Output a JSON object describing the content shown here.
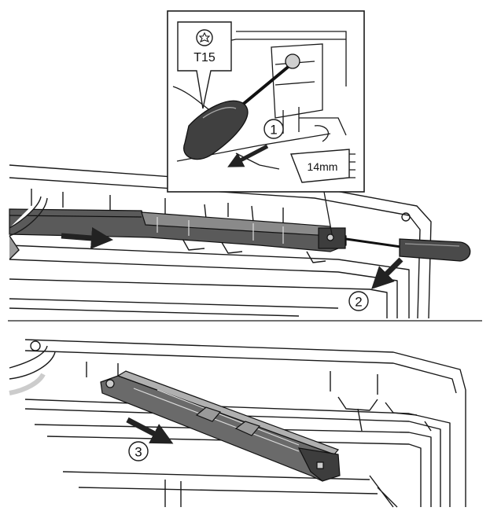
{
  "figure": {
    "torx_size": "T15",
    "measurement": "14mm",
    "steps": [
      "1",
      "2",
      "3"
    ]
  },
  "colors": {
    "line": "#1a1a1a",
    "part_dark": "#3d3d3d",
    "arrow": "#222222",
    "background": "#ffffff"
  }
}
